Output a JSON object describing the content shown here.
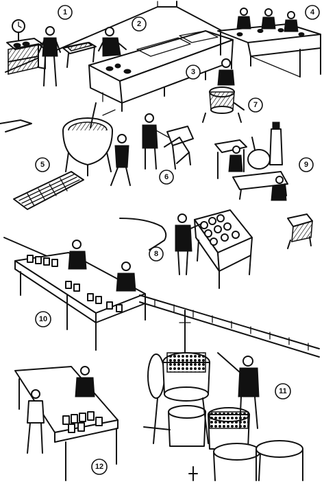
{
  "stations": [
    {
      "number": "1",
      "label": "1"
    },
    {
      "number": "2",
      "label": "2"
    },
    {
      "number": "3",
      "label": "3"
    },
    {
      "number": "4",
      "label": "4"
    },
    {
      "number": "5",
      "label": "5"
    },
    {
      "number": "6",
      "label": "6"
    },
    {
      "number": "7",
      "label": "7"
    },
    {
      "number": "8",
      "label": "8"
    },
    {
      "number": "9",
      "label": "9"
    },
    {
      "number": "10",
      "label": "10"
    },
    {
      "number": "11",
      "label": "11"
    },
    {
      "number": "12",
      "label": "12"
    }
  ],
  "colors": {
    "ink": "#111111",
    "paper": "#ffffff"
  }
}
